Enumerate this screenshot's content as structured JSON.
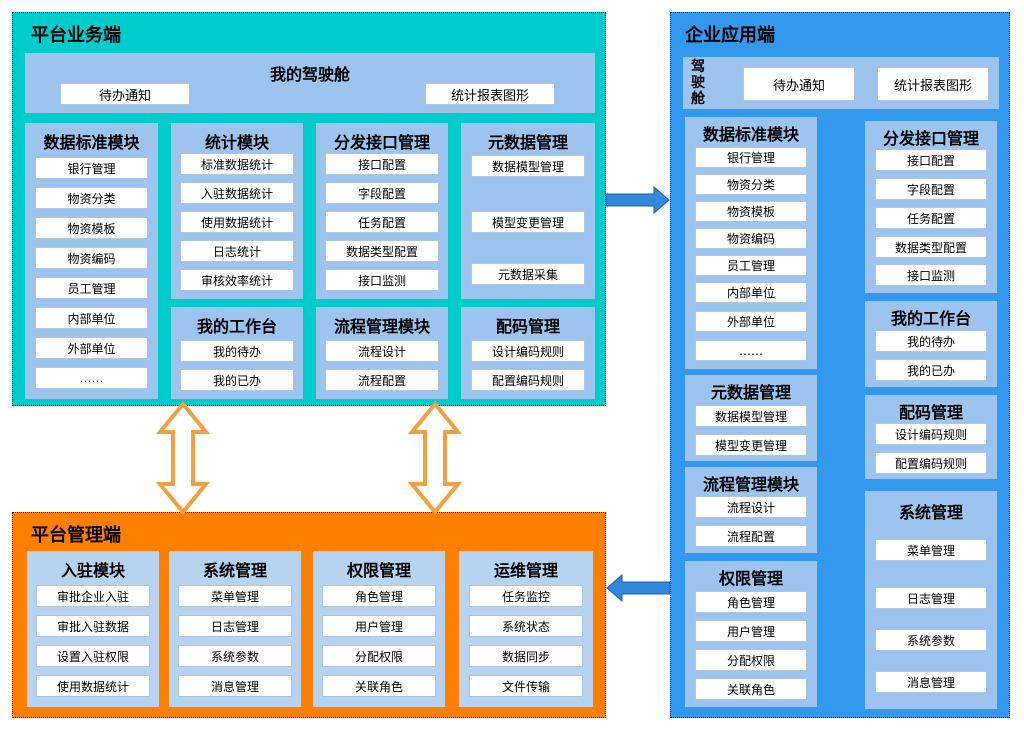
{
  "platform_business": {
    "title": "平台业务端",
    "cockpit": {
      "title": "我的驾驶舱",
      "btn1": "待办通知",
      "btn2": "统计报表图形"
    },
    "data_std": {
      "title": "数据标准模块",
      "items": [
        "银行管理",
        "物资分类",
        "物资模板",
        "物资编码",
        "员工管理",
        "内部单位",
        "外部单位",
        "……"
      ]
    },
    "stats": {
      "title": "统计模块",
      "items": [
        "标准数据统计",
        "入驻数据统计",
        "使用数据统计",
        "日志统计",
        "审核效率统计"
      ]
    },
    "dist": {
      "title": "分发接口管理",
      "items": [
        "接口配置",
        "字段配置",
        "任务配置",
        "数据类型配置",
        "接口监测"
      ]
    },
    "meta": {
      "title": "元数据管理",
      "items": [
        "数据模型管理",
        "模型变更管理",
        "元数据采集"
      ]
    },
    "workbench": {
      "title": "我的工作台",
      "items": [
        "我的待办",
        "我的已办"
      ]
    },
    "flow": {
      "title": "流程管理模块",
      "items": [
        "流程设计",
        "流程配置"
      ]
    },
    "code": {
      "title": "配码管理",
      "items": [
        "设计编码规则",
        "配置编码规则"
      ]
    }
  },
  "platform_mgmt": {
    "title": "平台管理端",
    "entry": {
      "title": "入驻模块",
      "items": [
        "审批企业入驻",
        "审批入驻数据",
        "设置入驻权限",
        "使用数据统计"
      ]
    },
    "sys": {
      "title": "系统管理",
      "items": [
        "菜单管理",
        "日志管理",
        "系统参数",
        "消息管理"
      ]
    },
    "perm": {
      "title": "权限管理",
      "items": [
        "角色管理",
        "用户管理",
        "分配权限",
        "关联角色"
      ]
    },
    "ops": {
      "title": "运维管理",
      "items": [
        "任务监控",
        "系统状态",
        "数据同步",
        "文件传输"
      ]
    }
  },
  "enterprise": {
    "title": "企业应用端",
    "cockpit": {
      "title": "驾驶舱",
      "btn1": "待办通知",
      "btn2": "统计报表图形"
    },
    "data_std": {
      "title": "数据标准模块",
      "items": [
        "银行管理",
        "物资分类",
        "物资模板",
        "物资编码",
        "员工管理",
        "内部单位",
        "外部单位",
        "……"
      ]
    },
    "dist": {
      "title": "分发接口管理",
      "items": [
        "接口配置",
        "字段配置",
        "任务配置",
        "数据类型配置",
        "接口监测"
      ]
    },
    "workbench": {
      "title": "我的工作台",
      "items": [
        "我的待办",
        "我的已办"
      ]
    },
    "meta": {
      "title": "元数据管理",
      "items": [
        "数据模型管理",
        "模型变更管理"
      ]
    },
    "code": {
      "title": "配码管理",
      "items": [
        "设计编码规则",
        "配置编码规则"
      ]
    },
    "flow": {
      "title": "流程管理模块",
      "items": [
        "流程设计",
        "流程配置"
      ]
    },
    "sys": {
      "title": "系统管理",
      "items": [
        "菜单管理",
        "日志管理",
        "系统参数",
        "消息管理"
      ]
    },
    "perm": {
      "title": "权限管理",
      "items": [
        "角色管理",
        "用户管理",
        "分配权限",
        "关联角色"
      ]
    }
  },
  "colors": {
    "teal": "#00cccc",
    "orange": "#ff7f00",
    "blue": "#3399ee",
    "module": "#9cc4ee",
    "arrow_orange": "#f4a040",
    "arrow_blue": "#3388dd"
  }
}
